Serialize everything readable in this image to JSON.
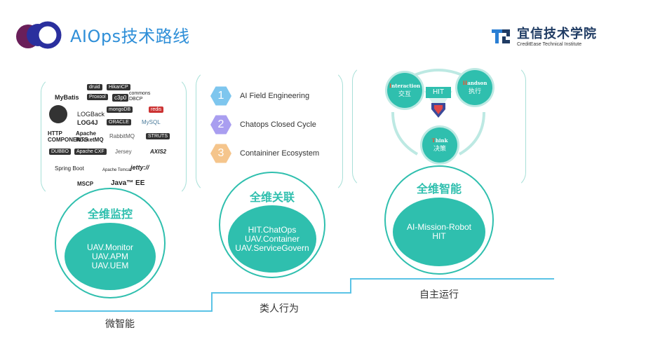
{
  "header": {
    "title": "AIOps技术路线",
    "brand_cn": "宜信技术学院",
    "brand_en": "CreditEase Technical Institute"
  },
  "logos": [
    "druid",
    "HikariCP",
    "MyBatis",
    "Proxool",
    "c3p0",
    "commons DBCP",
    "mongoDB",
    "redis",
    "LOGBack",
    "LOG4J",
    "ORACLE",
    "MySQL",
    "HTTP COMPONENTS",
    "Apache RocketMQ",
    "RabbitMQ",
    "STRUTS",
    "DUBBO",
    "Apache CXF",
    "Jersey",
    "AXIS2",
    "Spring Boot",
    "Apache Tomcat",
    "jetty://",
    "MSCP",
    "Java™ EE"
  ],
  "stages": [
    {
      "title": "全维监控",
      "items": [
        "UAV.Monitor",
        "UAV.APM",
        "UAV.UEM"
      ],
      "step": "微智能"
    },
    {
      "title": "全维关联",
      "items": [
        "HIT.ChatOps",
        "UAV.Container",
        "UAV.ServiceGovern"
      ],
      "step": "类人行为",
      "list": [
        {
          "num": "1",
          "label": "AI Field Engineering"
        },
        {
          "num": "2",
          "label": "Chatops Closed Cycle"
        },
        {
          "num": "3",
          "label": "Containiner Ecosystem"
        }
      ]
    },
    {
      "title": "全维智能",
      "items": [
        "AI-Mission-Robot",
        "HIT"
      ],
      "step": "自主运行"
    }
  ],
  "hit": {
    "center": "HIT",
    "nodes": [
      {
        "first": "I",
        "rest": "nteraction",
        "cn": "交互"
      },
      {
        "first": "H",
        "rest": "andson",
        "cn": "执行"
      },
      {
        "first": "T",
        "rest": "hink",
        "cn": "决策"
      }
    ]
  },
  "colors": {
    "teal": "#2fbfae",
    "title_blue": "#2f8fd8",
    "step_line": "#5bc3e6"
  }
}
